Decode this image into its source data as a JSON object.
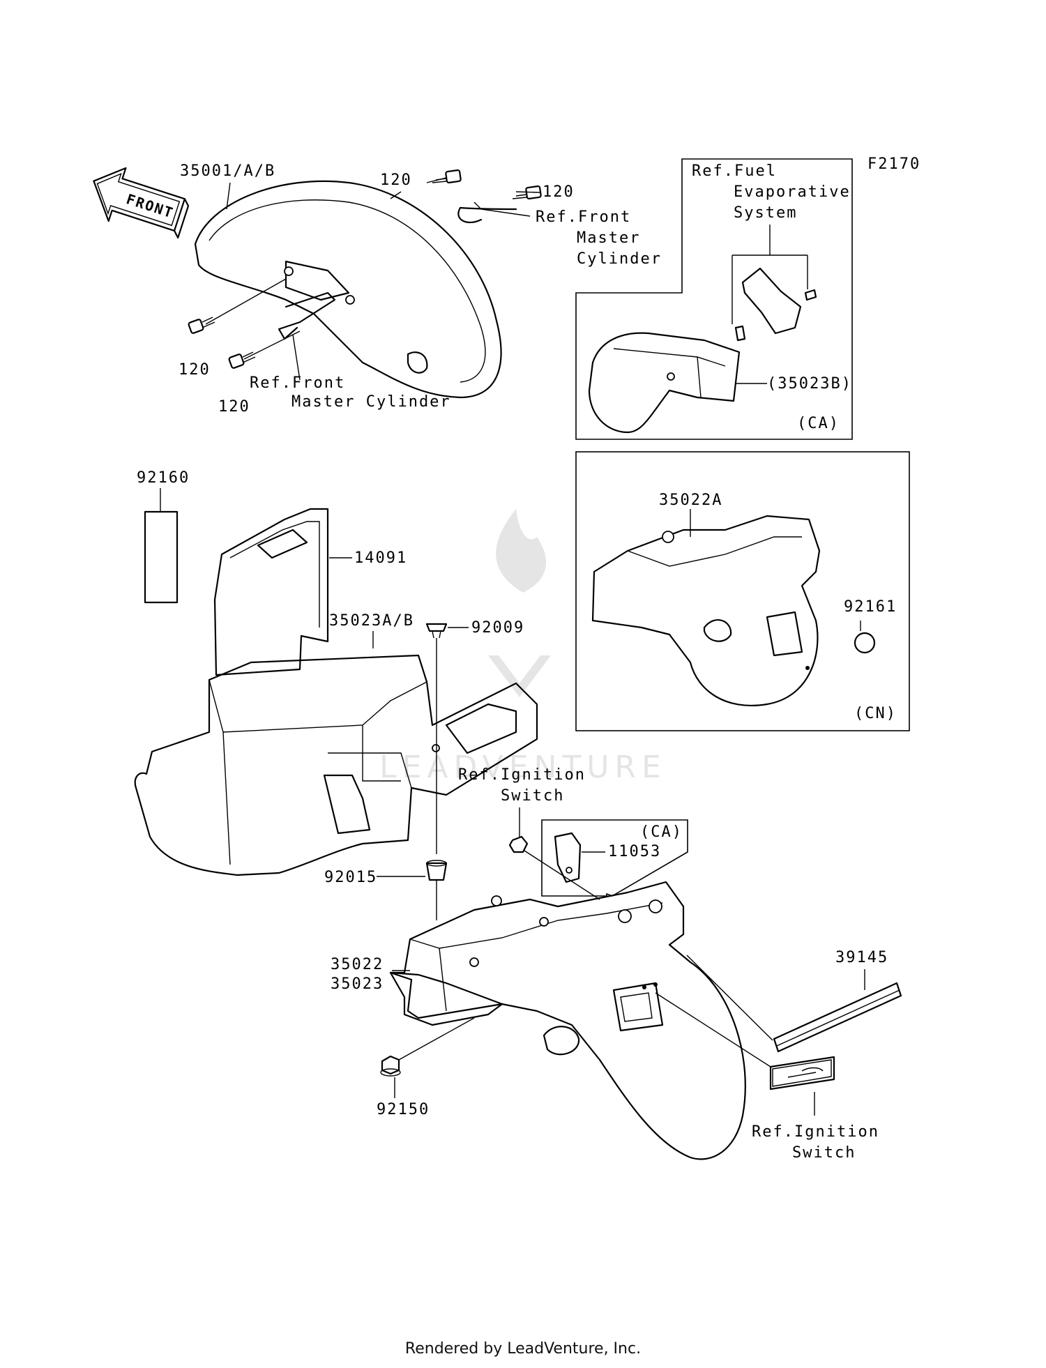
{
  "figure_code": "F2170",
  "front_arrow_label": "FRONT",
  "callouts": {
    "front_fender": "35001/A/B",
    "bolt_top_1": "120",
    "bolt_top_2": "120",
    "bolt_left_1": "120",
    "bolt_left_2": "120",
    "ref_fmc_top": [
      "Ref.Front",
      "Master",
      "Cylinder"
    ],
    "ref_fmc_bottom": [
      "Ref.Front",
      "Master Cylinder"
    ],
    "ref_fuel_evap": [
      "Ref.Fuel",
      "Evaporative",
      "System"
    ],
    "part_35023b": "(35023B)",
    "ca_top": "(CA)",
    "part_35022a": "35022A",
    "part_92161": "92161",
    "cn": "(CN)",
    "part_92160": "92160",
    "part_14091": "14091",
    "part_35023ab": "35023A/B",
    "part_92009": "92009",
    "ref_ignition_mid": [
      "Ref.Ignition",
      "Switch"
    ],
    "ca_mid": "(CA)",
    "part_11053": "11053",
    "part_92015": "92015",
    "part_35022": "35022",
    "part_35023": "35023",
    "part_39145": "39145",
    "part_92150": "92150",
    "ref_ignition_bottom": [
      "Ref.Ignition",
      "Switch"
    ]
  },
  "watermark": "LEADVENTURE",
  "footer": "Rendered by LeadVenture, Inc."
}
